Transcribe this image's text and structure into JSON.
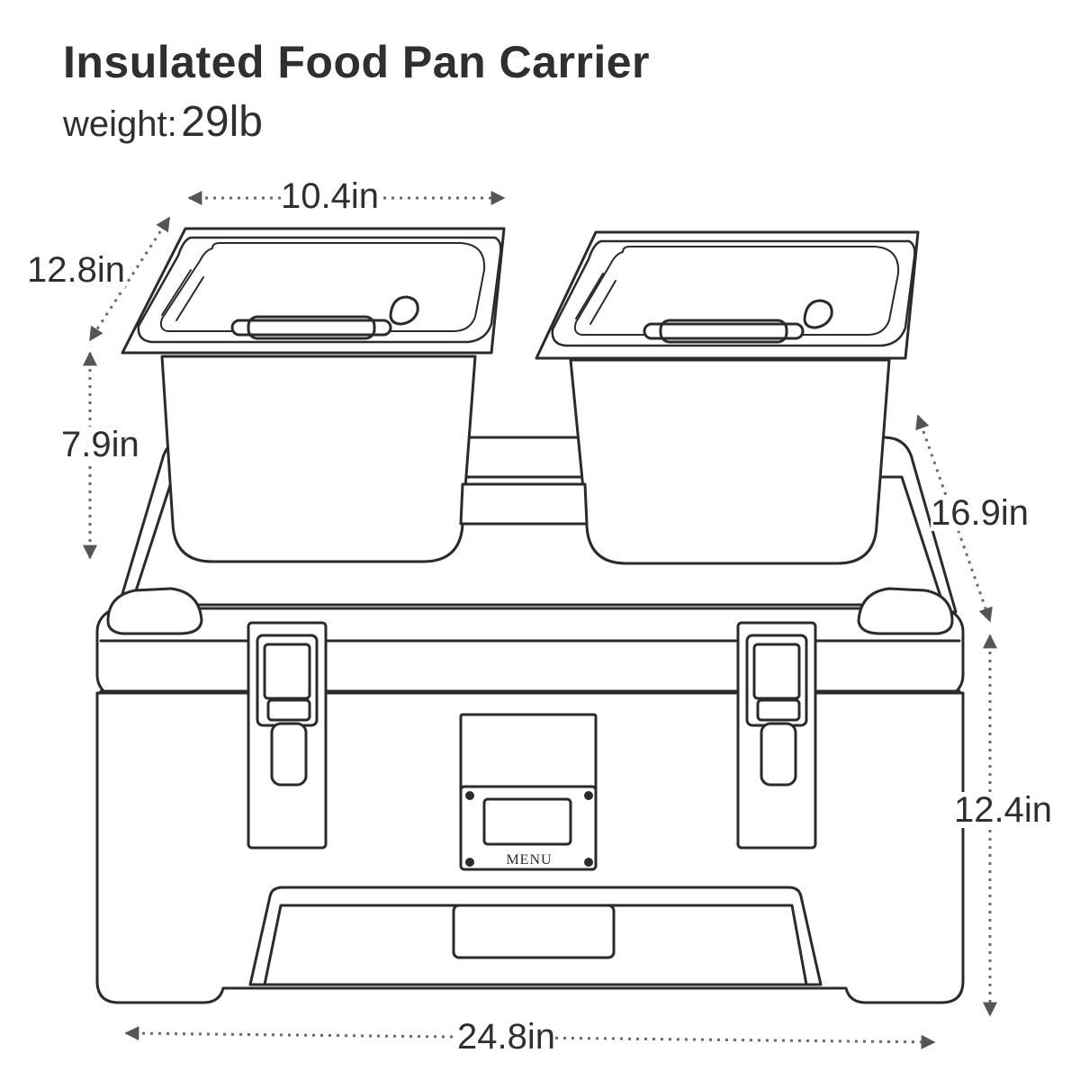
{
  "title": "Insulated Food Pan Carrier",
  "weight": {
    "label": "weight:",
    "value": "29lb"
  },
  "dimensions": {
    "pan_width": "10.4in",
    "pan_depth": "12.8in",
    "pan_height": "7.9in",
    "carrier_depth": "16.9in",
    "carrier_height": "12.4in",
    "carrier_width": "24.8in"
  },
  "panel": {
    "menu_label": "MENU"
  },
  "colors": {
    "line": "#2b2b2b",
    "dim_line": "#7a7a7a",
    "background": "#ffffff"
  }
}
